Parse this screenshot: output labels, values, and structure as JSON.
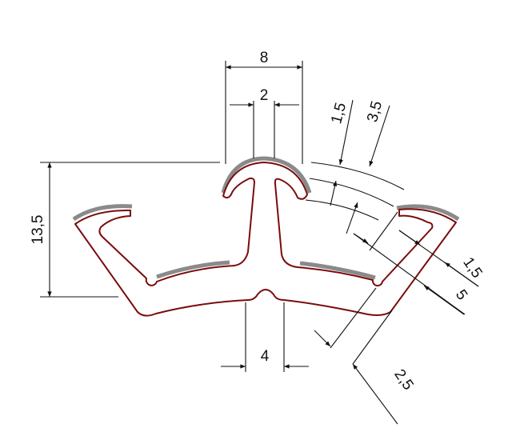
{
  "drawing": {
    "dimensions": {
      "head_width": "8",
      "slot_width": "2",
      "total_height": "13,5",
      "bottom_notch_width": "4",
      "arc_offset_inner": "1,5",
      "arc_offset_outer": "3,5",
      "hook_thickness": "1,5",
      "hook_depth": "5",
      "leg_thickness": "2,5"
    },
    "colors": {
      "profile_outline": "#7a0c0c",
      "coating": "#8a8a8a",
      "dimension_lines": "#111111"
    }
  }
}
